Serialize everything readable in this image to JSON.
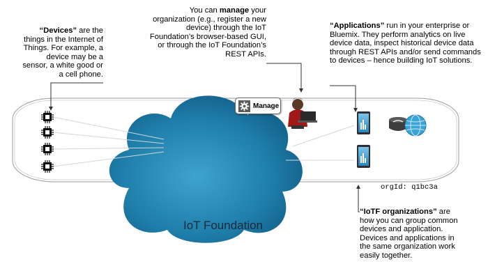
{
  "notes": {
    "devices": {
      "bold": "“Devices”",
      "rest": " are the things in the Internet of Things. For example, a device may be a sensor, a white good or a cell phone."
    },
    "manage": {
      "pre": "You can ",
      "bold": "manage",
      "rest": " your organization (e.g., register a new device) through the IoT Foundation’s browser-based GUI, or through the IoT Foundation’s REST APIs."
    },
    "applications": {
      "bold": "“Applications”",
      "rest": " run in your enterprise or Bluemix. They perform analytics on live device data, inspect historical device data through REST APIs and/or send commands to devices – hence building IoT solutions."
    },
    "organizations": {
      "bold": "“IoTF organizations”",
      "rest": " are how you can group common devices and application. Devices and applications in the same organization work easily together."
    }
  },
  "manage_button": {
    "label": "Manage"
  },
  "org_id": "orgId: q1bc3a",
  "cloud": {
    "label": "IoT Foundation",
    "color": "#1f7eaa"
  },
  "devices": {
    "count": 4
  },
  "phones": {
    "count": 2
  },
  "icons": [
    "chip-icon",
    "gear-icon",
    "person-laptop-icon",
    "phone-icon",
    "db-icon",
    "globe-icon"
  ]
}
